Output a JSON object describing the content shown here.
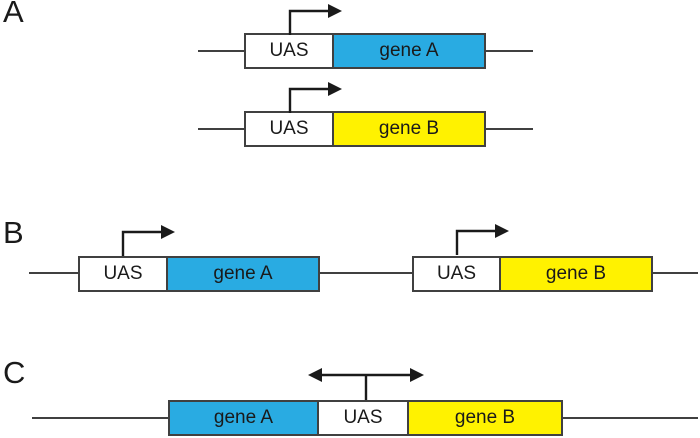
{
  "colors": {
    "gene_a_fill": "#29ABE2",
    "gene_b_fill": "#FFF200",
    "box_fill": "#FFFFFF",
    "outline": "#404040",
    "arrow": "#1A1A1A",
    "text": "#1A1A1A"
  },
  "panels": {
    "a": {
      "label": "A",
      "constructs": [
        {
          "uas": "UAS",
          "gene": "gene A"
        },
        {
          "uas": "UAS",
          "gene": "gene B"
        }
      ]
    },
    "b": {
      "label": "B",
      "constructs": [
        {
          "uas": "UAS",
          "gene": "gene A"
        },
        {
          "uas": "UAS",
          "gene": "gene B"
        }
      ]
    },
    "c": {
      "label": "C",
      "segments": {
        "gene_a": "gene A",
        "uas": "UAS",
        "gene_b": "gene B"
      }
    }
  }
}
